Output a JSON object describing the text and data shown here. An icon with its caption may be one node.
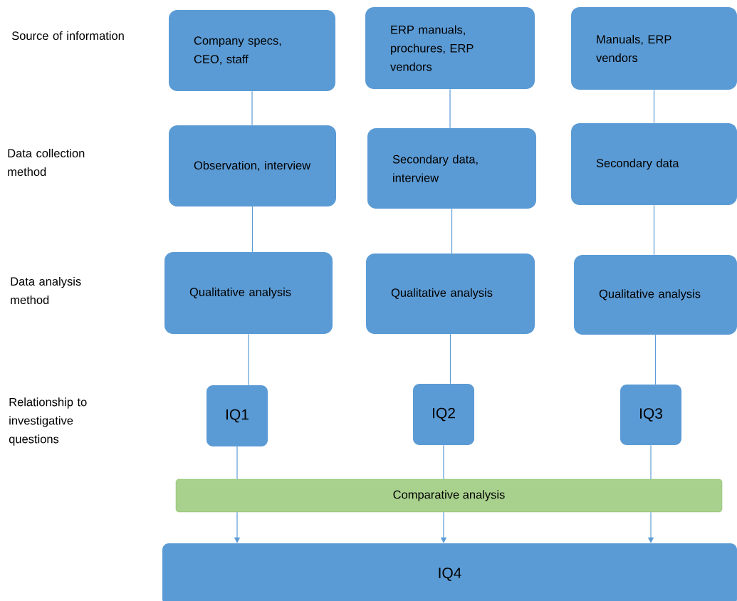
{
  "diagram": {
    "nodes": [
      {
        "text": [
          "Company specs, CEO, staff"
        ]
      },
      {
        "text": [
          "ERP manuals, prochures, ERP vendors"
        ]
      },
      {
        "text": [
          "Manuals, ERP vendors"
        ]
      },
      {
        "text": [
          "Observation, interview"
        ]
      },
      {
        "text": [
          "Secondary data, interview"
        ]
      },
      {
        "text": [
          "Secondary data"
        ]
      },
      {
        "text": [
          "Qualitative analysis"
        ]
      },
      {
        "text": [
          "Qualitative analysis"
        ]
      },
      {
        "text": [
          "Qualitative analysis"
        ]
      },
      {
        "text": [
          "IQ1"
        ]
      },
      {
        "text": [
          "IQ2"
        ]
      },
      {
        "text": [
          "IQ3"
        ]
      },
      {
        "text": [
          "Comparative analysis"
        ]
      },
      {
        "text": [
          "IQ4"
        ]
      }
    ],
    "edges": [
      {
        "from": 0,
        "to": 3,
        "arrow": "none"
      },
      {
        "from": 3,
        "to": 6,
        "arrow": "none"
      },
      {
        "from": 6,
        "to": 9,
        "arrow": "none"
      },
      {
        "from": 1,
        "to": 4,
        "arrow": "none"
      },
      {
        "from": 4,
        "to": 7,
        "arrow": "none"
      },
      {
        "from": 7,
        "to": 10,
        "arrow": "none"
      },
      {
        "from": 2,
        "to": 5,
        "arrow": "none"
      },
      {
        "from": 5,
        "to": 8,
        "arrow": "none"
      },
      {
        "from": 8,
        "to": 11,
        "arrow": "none"
      },
      {
        "from": 9,
        "to": 12,
        "arrow": "none"
      },
      {
        "from": 10,
        "to": 12,
        "arrow": "none"
      },
      {
        "from": 11,
        "to": 12,
        "arrow": "none"
      },
      {
        "from": 12,
        "to": 13,
        "arrow": "to"
      },
      {
        "from": 12,
        "to": 13,
        "arrow": "to"
      },
      {
        "from": 12,
        "to": 13,
        "arrow": "to"
      }
    ],
    "labels": [
      "Source of information",
      "Data collection method",
      "Data analysis method",
      "Relationship to investigative questions"
    ]
  }
}
